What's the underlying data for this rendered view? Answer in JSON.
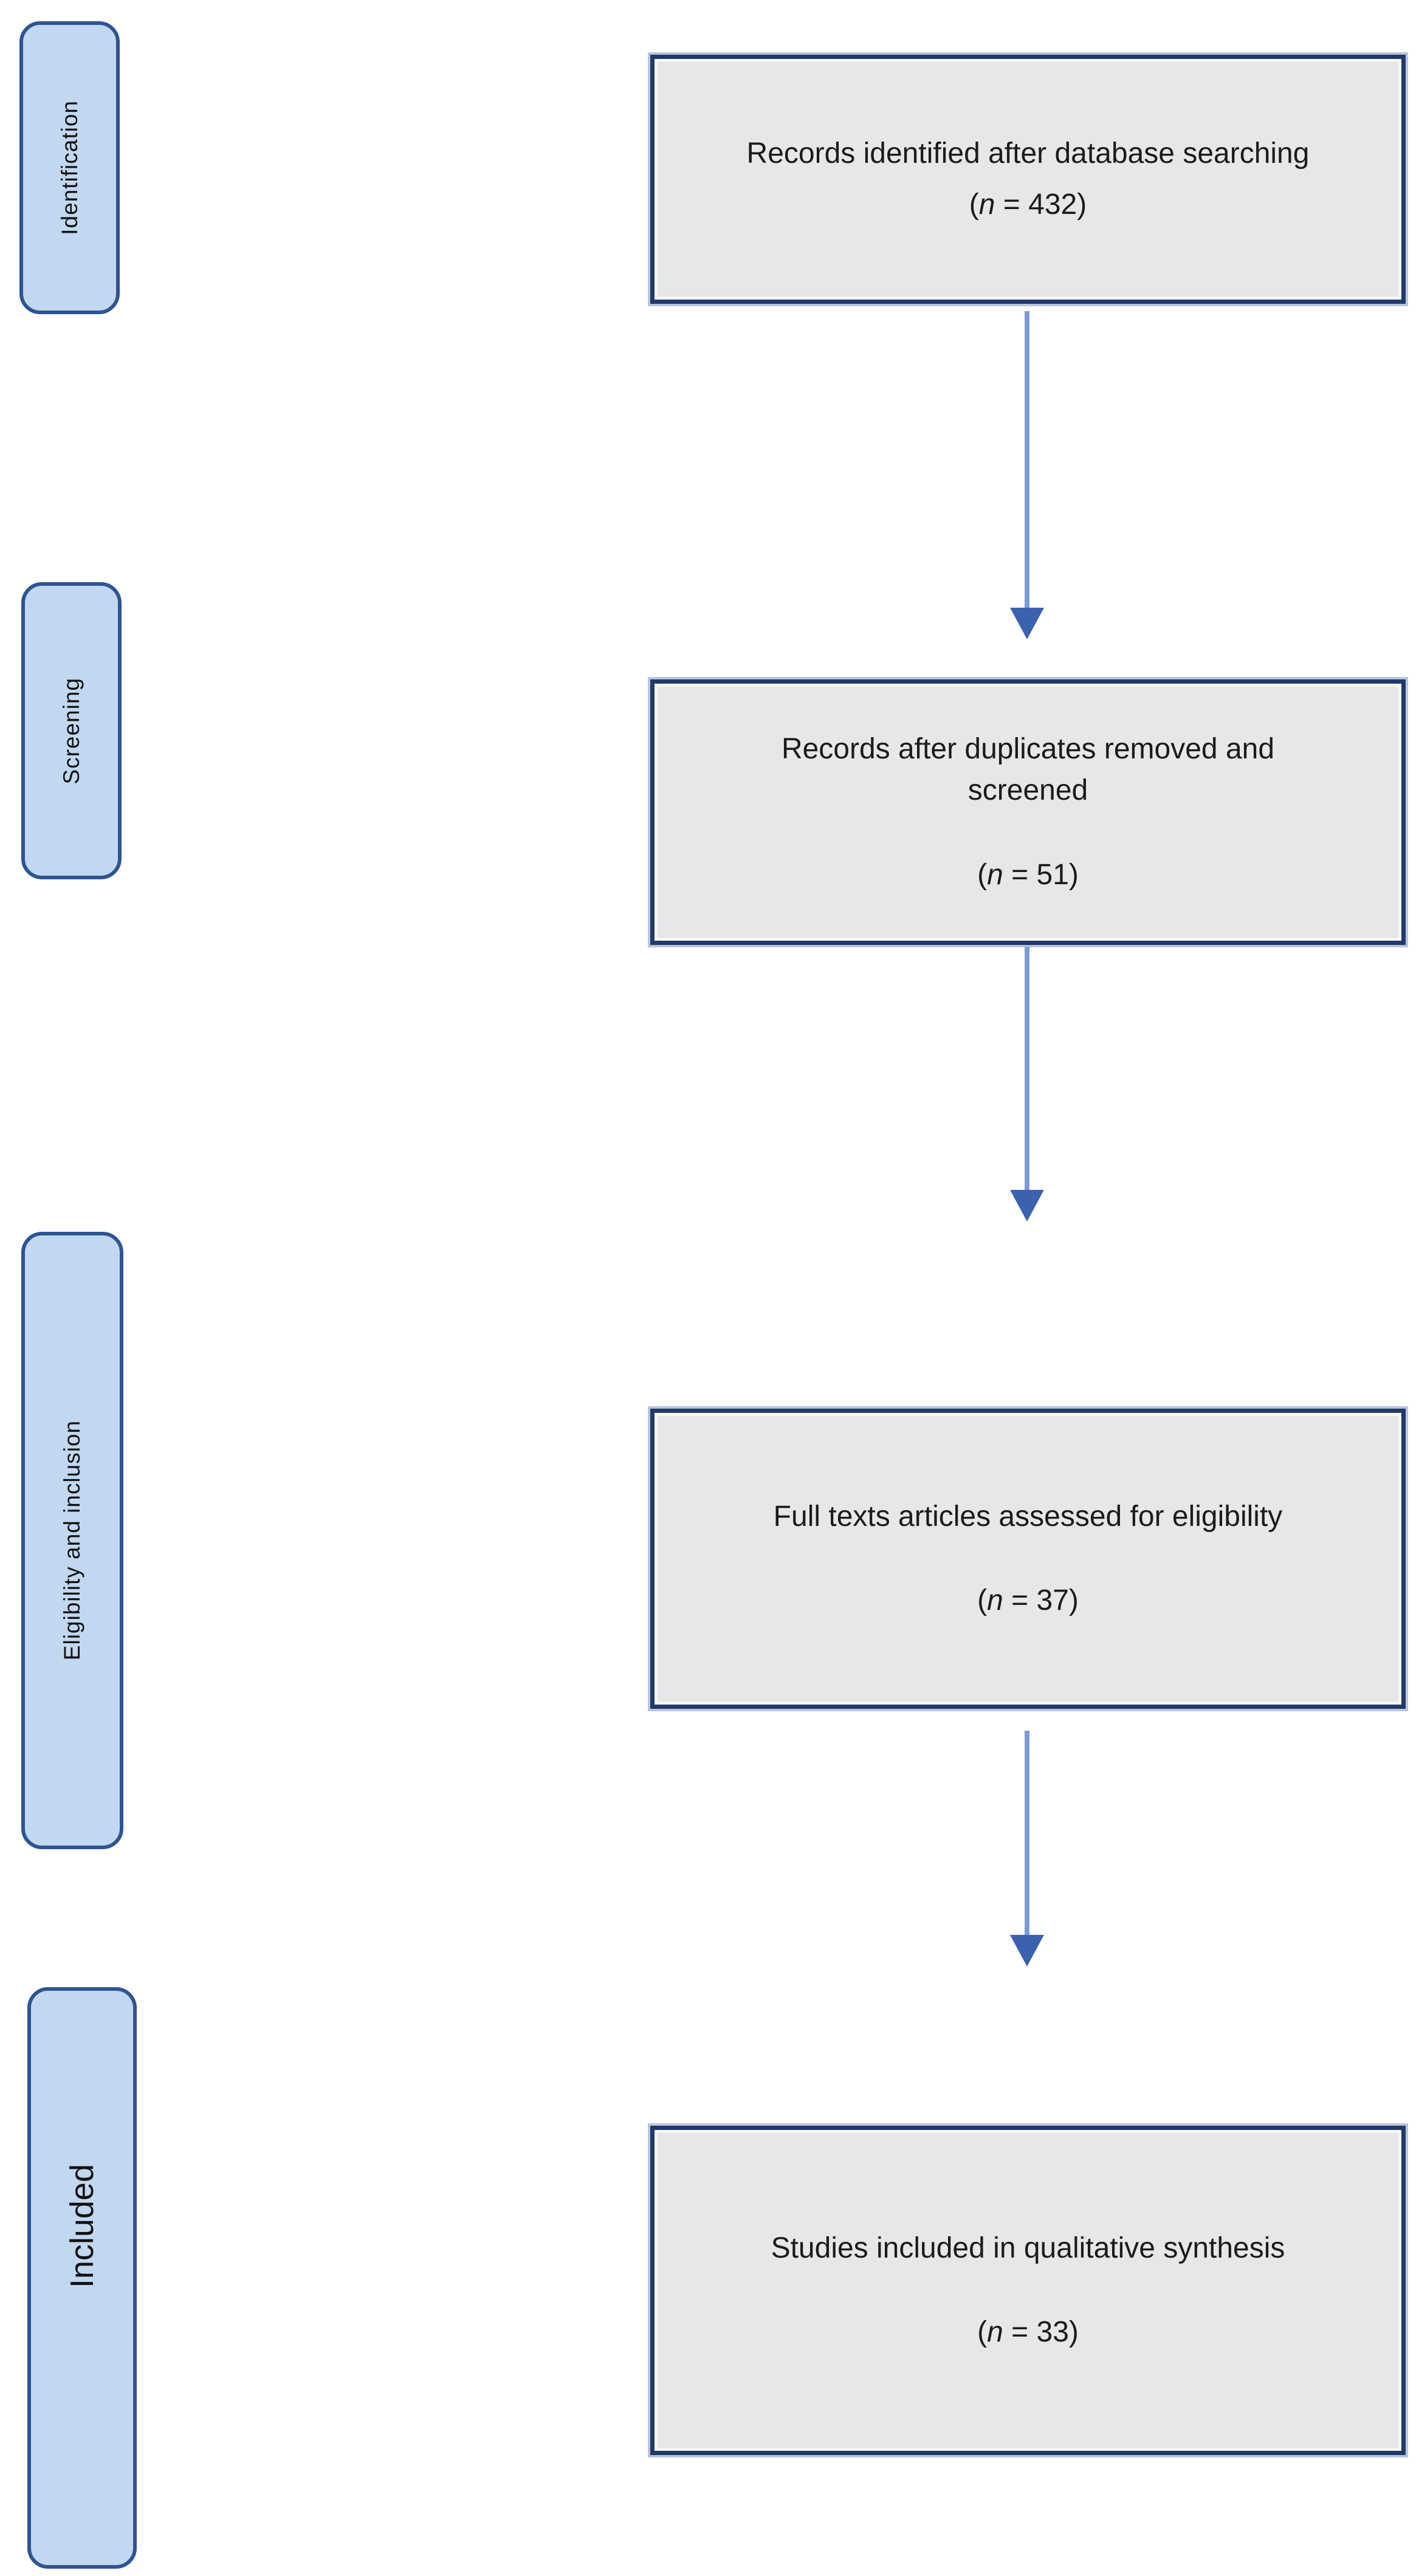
{
  "figure": {
    "type": "prisma-flow-diagram",
    "stages": [
      {
        "label": "Identification"
      },
      {
        "label": "Screening"
      },
      {
        "label": "Eligibility and inclusion"
      },
      {
        "label": "Included"
      }
    ],
    "boxes": [
      {
        "text": "Records identified after database searching",
        "count": "432"
      },
      {
        "text": "Records after duplicates removed and screened",
        "count": "51"
      },
      {
        "text": "Full texts articles assessed for eligibility",
        "count": "37"
      },
      {
        "text": "Studies included in qualitative synthesis",
        "count": "33"
      }
    ],
    "count_format": {
      "open": "(",
      "symbol": "n",
      "equals": " = ",
      "close": ")"
    },
    "colors": {
      "box_fill": "#e8e7e7",
      "box_border": "#1f3a68",
      "box_halo": "#b9c5dc",
      "label_fill": "#c2d8f0",
      "label_border": "#2d5493",
      "arrow_line": "#7d9ad8",
      "arrow_head": "#3a62ae",
      "text": "#1b1b1b",
      "background": "#ffffff"
    }
  }
}
